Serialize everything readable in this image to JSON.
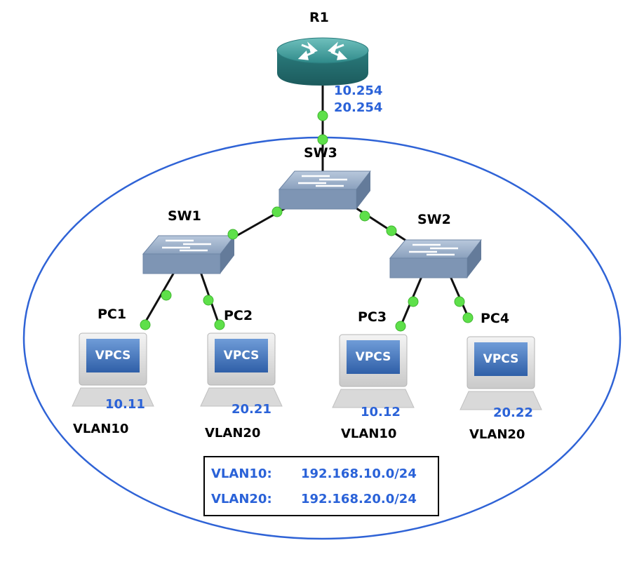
{
  "devices": {
    "r1": {
      "name": "R1",
      "ips": [
        "10.254",
        "20.254"
      ]
    },
    "sw3": {
      "name": "SW3"
    },
    "sw1": {
      "name": "SW1"
    },
    "sw2": {
      "name": "SW2"
    },
    "pc1": {
      "name": "PC1",
      "ip": "10.11",
      "vlan": "VLAN10",
      "screen": "VPCS"
    },
    "pc2": {
      "name": "PC2",
      "ip": "20.21",
      "vlan": "VLAN20",
      "screen": "VPCS"
    },
    "pc3": {
      "name": "PC3",
      "ip": "10.12",
      "vlan": "VLAN10",
      "screen": "VPCS"
    },
    "pc4": {
      "name": "PC4",
      "ip": "20.22",
      "vlan": "VLAN20",
      "screen": "VPCS"
    }
  },
  "legend": [
    {
      "vlan": "VLAN10:",
      "subnet": "192.168.10.0/24"
    },
    {
      "vlan": "VLAN20:",
      "subnet": "192.168.20.0/24"
    }
  ],
  "colors": {
    "link": "#111111",
    "port": "#5ee04a",
    "ellipse": "#2f63d6",
    "ip_text": "#2a62d8",
    "router": "#2f8a8a",
    "switch": "#8fa6c4",
    "pc_screen": "#4a78b8"
  }
}
